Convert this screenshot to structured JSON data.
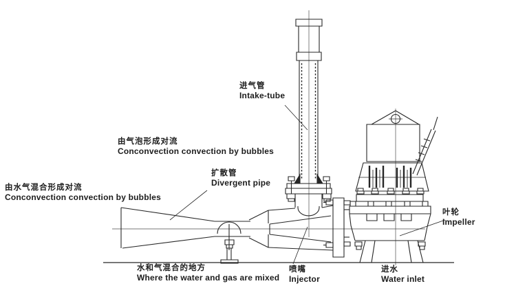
{
  "labels": {
    "intake_tube": {
      "zh": "进气管",
      "en": "Intake-tube"
    },
    "convection_upper": {
      "zh": "由气泡形成对流",
      "en": "Conconvection convection by bubbles"
    },
    "divergent_pipe": {
      "zh": "扩散管",
      "en": "Divergent pipe"
    },
    "convection_lower": {
      "zh": "由水气混合形成对流",
      "en": "Conconvection convection by bubbles"
    },
    "mixing_zone": {
      "zh": "水和气混合的地方",
      "en": "Where the water and gas are mixed"
    },
    "injector": {
      "zh": "喷嘴",
      "en": "Injector"
    },
    "impeller": {
      "zh": "叶轮",
      "en": "Impeller"
    },
    "water_inlet": {
      "zh": "进水",
      "en": "Water inlet"
    }
  },
  "colors": {
    "line": "#262626",
    "background": "#ffffff"
  }
}
